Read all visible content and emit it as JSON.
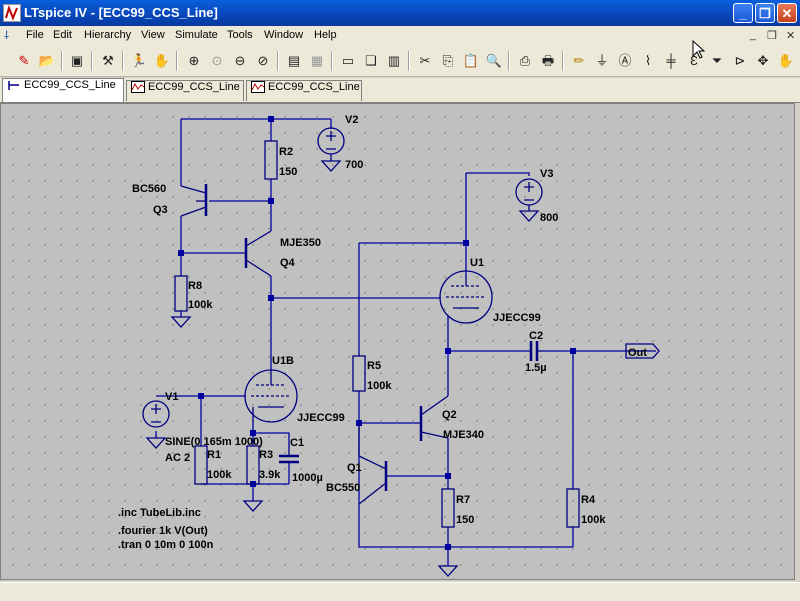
{
  "window": {
    "title": "LTspice IV - [ECC99_CCS_Line]"
  },
  "menu": [
    "File",
    "Edit",
    "Hierarchy",
    "View",
    "Simulate",
    "Tools",
    "Window",
    "Help"
  ],
  "tabs": [
    {
      "label": "ECC99_CCS_Line",
      "icon": "schematic-icon",
      "active": true
    },
    {
      "label": "ECC99_CCS_Line",
      "icon": "waveform-icon",
      "active": false
    },
    {
      "label": "ECC99_CCS_Line",
      "icon": "waveform-icon",
      "active": false
    }
  ],
  "toolbar_icons": [
    "new-schematic-icon",
    "open-icon",
    "save-icon",
    "control-panel-icon",
    "run-icon",
    "halt-icon",
    "zoom-in-icon",
    "pan-icon",
    "zoom-out-icon",
    "zoom-cancel-icon",
    "autorange-icon",
    "fit-icon",
    "tile-horizontal-icon",
    "cascade-icon",
    "tile-vertical-icon",
    "cut-icon",
    "copy-icon",
    "paste-icon",
    "find-icon",
    "print-preview-icon",
    "print-icon",
    "draw-wire-icon",
    "ground-icon",
    "label-net-icon",
    "resistor-icon",
    "capacitor-icon",
    "inductor-icon",
    "diode-icon",
    "component-icon",
    "move-icon",
    "drag-icon"
  ],
  "schematic": {
    "components": {
      "r2": {
        "ref": "R2",
        "value": "150"
      },
      "r8": {
        "ref": "R8",
        "value": "100k"
      },
      "r5": {
        "ref": "R5",
        "value": "100k"
      },
      "r1": {
        "ref": "R1",
        "value": "100k"
      },
      "r3": {
        "ref": "R3",
        "value": "3.9k"
      },
      "r7": {
        "ref": "R7",
        "value": "150"
      },
      "r4": {
        "ref": "R4",
        "value": "100k"
      },
      "c1": {
        "ref": "C1",
        "value": "1000µ"
      },
      "c2": {
        "ref": "C2",
        "value": "1.5µ"
      },
      "v1": {
        "ref": "V1",
        "value": "SINE(0 165m 1000)",
        "value2": "AC 2"
      },
      "v2": {
        "ref": "V2",
        "value": "700"
      },
      "v3": {
        "ref": "V3",
        "value": "800"
      },
      "q3": {
        "ref": "Q3",
        "model": "BC560"
      },
      "q4": {
        "ref": "Q4",
        "model": "MJE350"
      },
      "q2": {
        "ref": "Q2",
        "model": "MJE340"
      },
      "q1": {
        "ref": "Q1",
        "model": "BC550"
      },
      "u1": {
        "ref": "U1",
        "model": "JJECC99"
      },
      "u1b": {
        "ref": "U1B",
        "model": "JJECC99"
      }
    },
    "net_label": "Out",
    "directives": [
      ".inc TubeLib.inc",
      ".fourier 1k V(Out)",
      ".tran 0 10m 0 100n"
    ]
  },
  "colors": {
    "wire": "#0000a0",
    "component": "#000080",
    "canvas": "#c0c0c0",
    "titlebar": "#0846b8"
  }
}
